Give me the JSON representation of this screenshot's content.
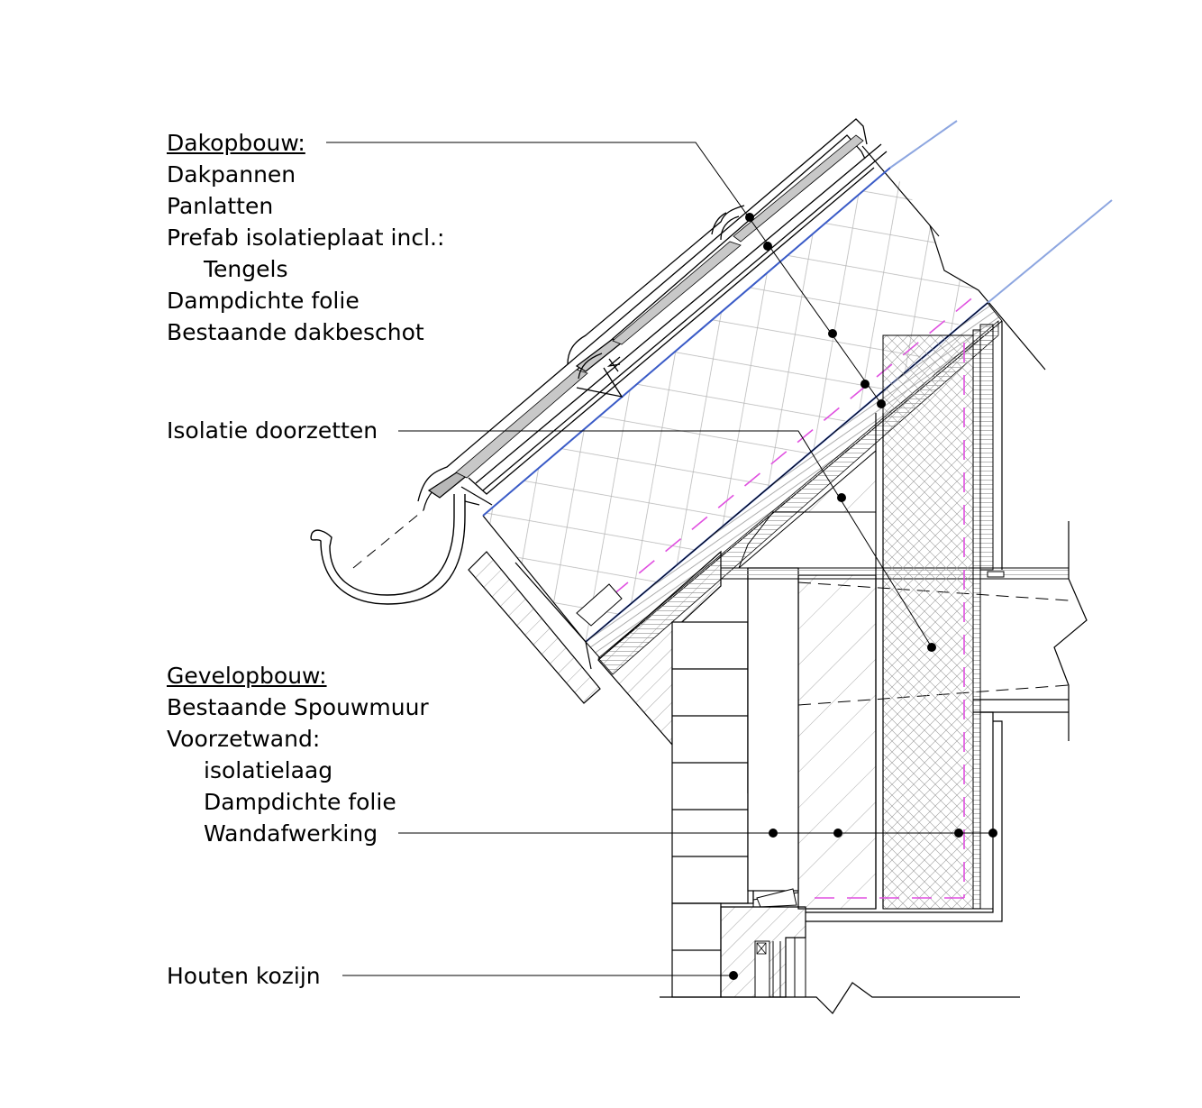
{
  "labels": {
    "roof": {
      "header": "Dakopbouw:",
      "items": [
        "Dakpannen",
        "Panlatten",
        "Prefab isolatieplaat incl.:",
        "Tengels",
        "Dampdichte folie",
        "Bestaande dakbeschot"
      ]
    },
    "insulation": "Isolatie doorzetten",
    "wall": {
      "header": "Gevelopbouw:",
      "items": [
        "Bestaande Spouwmuur",
        "Voorzetwand:",
        "isolatielaag",
        "Dampdichte folie",
        "Wandafwerking"
      ]
    },
    "frame": "Houten kozijn"
  },
  "colors": {
    "ink": "#000000",
    "foil": "#3a5bc7",
    "foil_light": "#8da6e0",
    "vapor_barrier": "#e050e0",
    "hatch": "#9a9a9a"
  }
}
